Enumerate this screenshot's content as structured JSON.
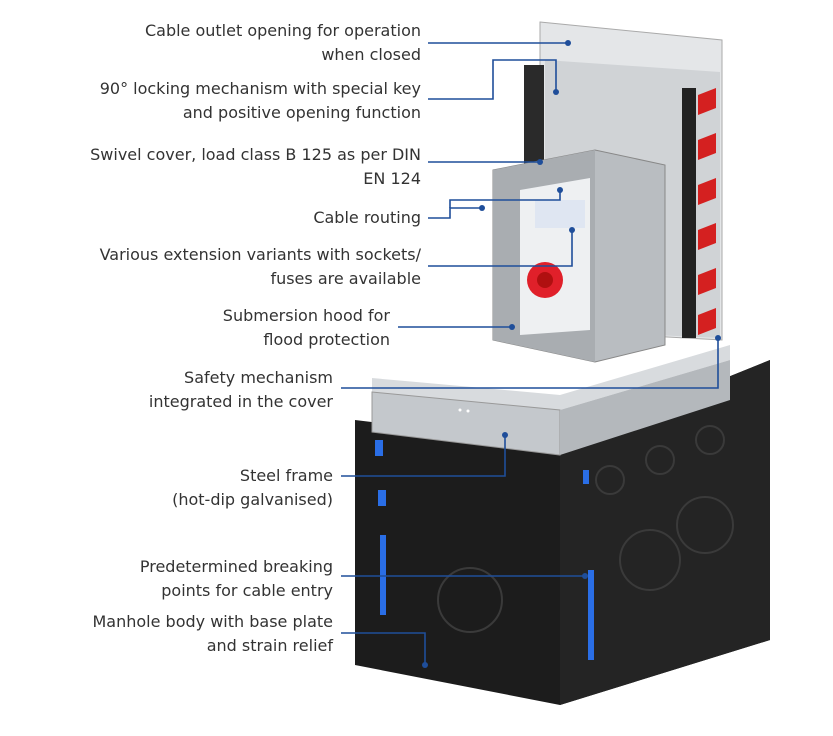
{
  "labels": [
    {
      "id": "cable-outlet",
      "lines": [
        "Cable outlet opening for operation",
        "when closed"
      ]
    },
    {
      "id": "locking",
      "lines": [
        "90° locking mechanism with special key",
        "and positive opening function"
      ]
    },
    {
      "id": "swivel-cover",
      "lines": [
        "Swivel cover, load class B 125 as per DIN",
        "EN 124"
      ]
    },
    {
      "id": "cable-routing",
      "lines": [
        "Cable routing"
      ]
    },
    {
      "id": "extension-variants",
      "lines": [
        "Various extension variants with sockets/",
        "fuses are available"
      ]
    },
    {
      "id": "submersion-hood",
      "lines": [
        "Submersion hood for",
        "flood protection"
      ]
    },
    {
      "id": "safety-mechanism",
      "lines": [
        "Safety mechanism",
        "integrated in the cover"
      ]
    },
    {
      "id": "steel-frame",
      "lines": [
        "Steel frame",
        "(hot-dip galvanised)"
      ]
    },
    {
      "id": "breaking-points",
      "lines": [
        "Predetermined breaking",
        "points for cable entry"
      ]
    },
    {
      "id": "manhole-body",
      "lines": [
        "Manhole body with base plate",
        "and strain relief"
      ]
    }
  ],
  "colors": {
    "leader": "#1f4e9a",
    "body": "#1c1c1c",
    "accent_blue": "#2a6ee6",
    "socket_red": "#e0202a",
    "steel": "#c4c8cc"
  }
}
